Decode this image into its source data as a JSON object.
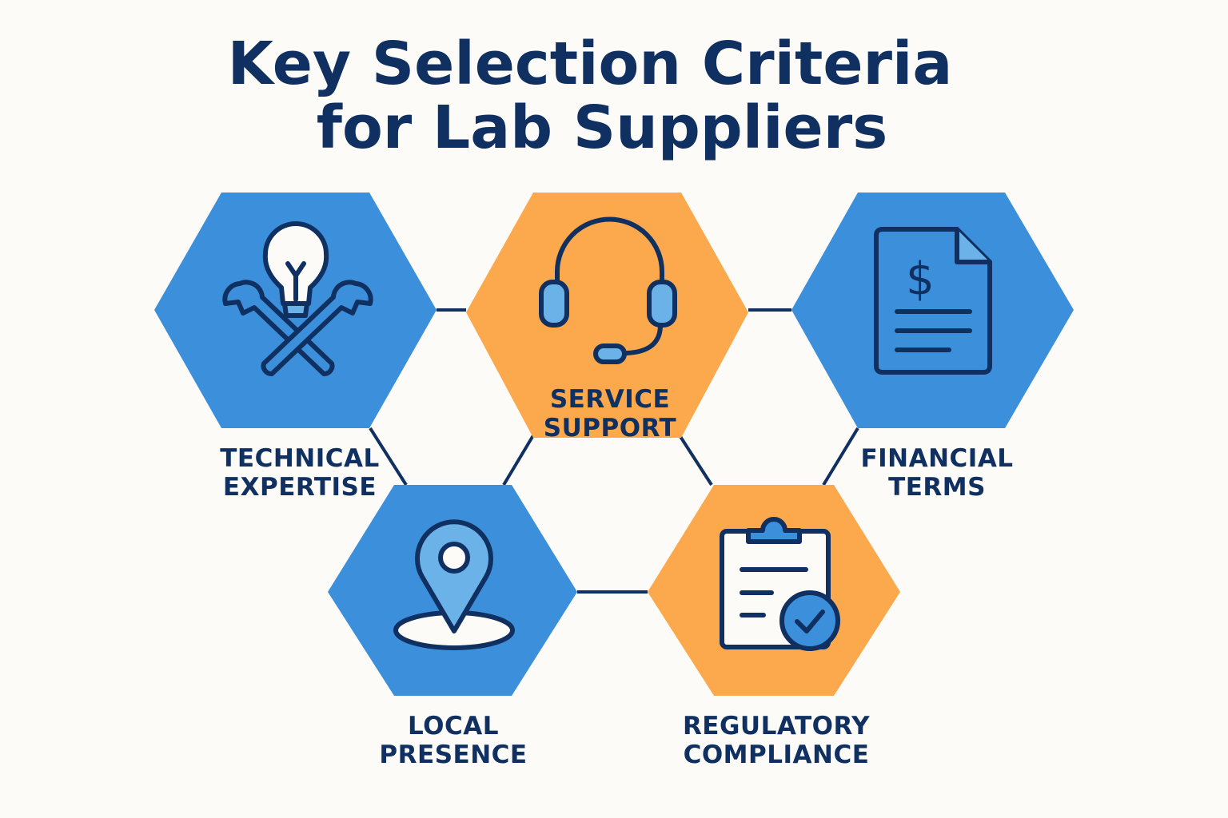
{
  "title": {
    "line1": "Key Selection Criteria",
    "line2": "for Lab Suppliers"
  },
  "colors": {
    "blue": "#3b8fdb",
    "orange": "#fba94c",
    "navy": "#0f3060",
    "light_blue": "#6bb2e8",
    "background": "#fcfbf8"
  },
  "criteria": [
    {
      "line1": "TECHNICAL",
      "line2": "EXPERTISE",
      "icon": "wrench-lightbulb-icon"
    },
    {
      "line1": "SERVICE",
      "line2": "SUPPORT",
      "icon": "headset-icon"
    },
    {
      "line1": "FINANCIAL",
      "line2": "TERMS",
      "icon": "invoice-dollar-icon",
      "symbol": "$"
    },
    {
      "line1": "LOCAL",
      "line2": "PRESENCE",
      "icon": "location-pin-icon"
    },
    {
      "line1": "REGULATORY",
      "line2": "COMPLIANCE",
      "icon": "clipboard-check-icon"
    }
  ]
}
